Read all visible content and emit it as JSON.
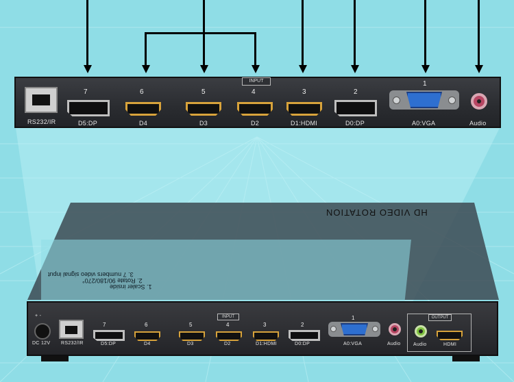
{
  "colors": {
    "background": "#8fdde6",
    "panel": "#2b2d31",
    "hdmi_port": "#d8a33b",
    "vga_port": "#2e6fd0",
    "audio_port": "#b84663"
  },
  "zoom_panel": {
    "input_tab": "INPUT",
    "rs232": "RS232/IR",
    "ports": [
      {
        "num": "7",
        "label": "D5:DP"
      },
      {
        "num": "6",
        "label": "D4"
      },
      {
        "num": "5",
        "label": "D3"
      },
      {
        "num": "4",
        "label": "D2"
      },
      {
        "num": "3",
        "label": "D1:HDMI"
      },
      {
        "num": "2",
        "label": "D0:DP"
      },
      {
        "num": "1",
        "label": "A0:VGA"
      }
    ],
    "audio": "Audio"
  },
  "device": {
    "brand": "HD VIDEO ROTATION",
    "features": [
      "1.  Scaler inside",
      "2.  Rotate 90/180/270°",
      "3.  7 numbers video signal input"
    ],
    "power_label": "DC 12V",
    "power_sign": "+ -",
    "input_tab": "INPUT",
    "rs232": "RS232/IR",
    "ports": [
      {
        "num": "7",
        "label": "D5:DP"
      },
      {
        "num": "6",
        "label": "D4"
      },
      {
        "num": "5",
        "label": "D3"
      },
      {
        "num": "4",
        "label": "D2"
      },
      {
        "num": "3",
        "label": "D1:HDMI"
      },
      {
        "num": "2",
        "label": "D0:DP"
      },
      {
        "num": "1",
        "label": "A0:VGA"
      }
    ],
    "audio": "Audio",
    "output_tab": "OUTPUT",
    "out_audio": "Audio",
    "out_hdmi": "HDMI"
  }
}
